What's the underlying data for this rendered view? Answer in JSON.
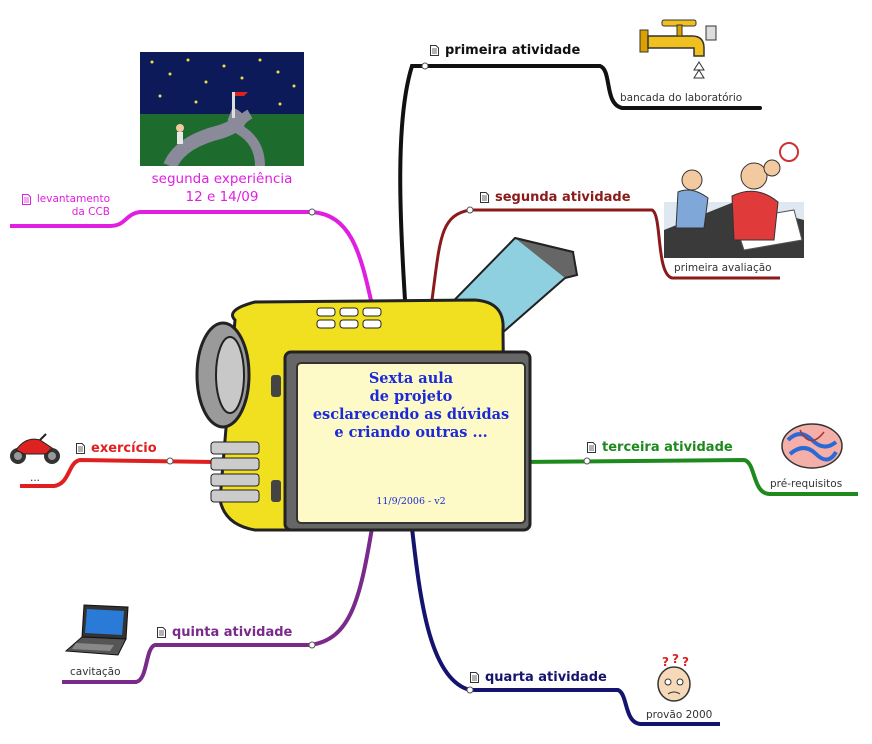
{
  "center": {
    "lines": [
      "Sexta aula",
      "de projeto",
      "esclarecendo as dúvidas",
      "e criando outras ..."
    ],
    "date": "11/9/2006 - v2"
  },
  "branches": {
    "primeira": {
      "label": "primeira atividade",
      "sub": "bancada do laboratório",
      "color": "#111111"
    },
    "segunda": {
      "label": "segunda atividade",
      "sub": "primeira avaliação",
      "color": "#8b1a1a"
    },
    "terceira": {
      "label": "terceira atividade",
      "sub": "pré-requisitos",
      "color": "#1e8a1e"
    },
    "quarta": {
      "label": "quarta atividade",
      "sub": "provão 2000",
      "color": "#14146e"
    },
    "quinta": {
      "label": "quinta atividade",
      "sub": "cavitação",
      "color": "#7a2a8a"
    },
    "exercicio": {
      "label": "exercício",
      "sub": "...",
      "color": "#e02020"
    },
    "segunda_exp": {
      "label_line1": "segunda experiência",
      "label_line2": "12 e 14/09",
      "sub_line1": "levantamento",
      "sub_line2": "da CCB",
      "color": "#e020e0"
    }
  },
  "icons": {
    "faucet": "faucet-icon",
    "meeting": "meeting-people-icon",
    "brain": "brain-icon",
    "confused": "confused-face-icon",
    "laptop": "laptop-icon",
    "motorcycle": "motorcycle-icon",
    "night_path": "night-path-picture",
    "camcorder": "camcorder-picture"
  }
}
